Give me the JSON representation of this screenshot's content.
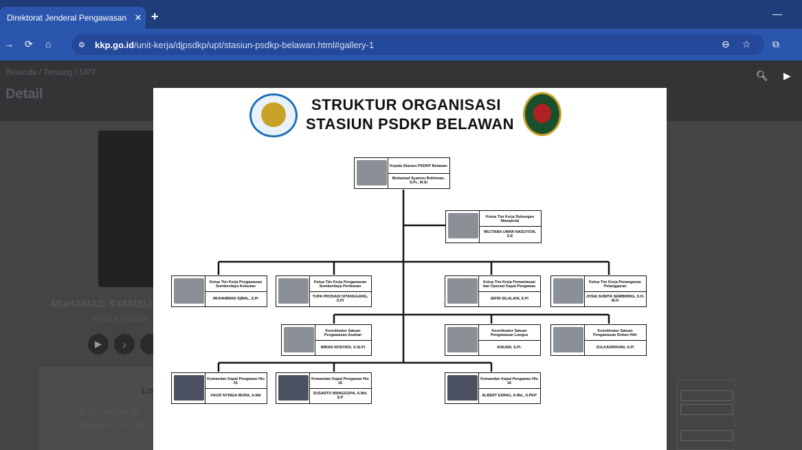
{
  "browser": {
    "tab_title": "Direktorat Jenderal Pengawasan",
    "tab_close": "✕",
    "new_tab": "+",
    "url_host": "kkp.go.id",
    "url_path": "/unit-kerja/djpsdkp/upt/stasiun-psdkp-belawan.html#gallery-1"
  },
  "page": {
    "breadcrumb": "Beranda / Tentang / UPT",
    "detail_title": "Detail",
    "profile_name": "MUHAMAD SYAMSU",
    "profile_role": "KEPALA STASIUN",
    "location_title": "Lo",
    "location_line1": "Jl. Gabion, Ba",
    "location_line2": "Belawan, Kota Me"
  },
  "org_chart": {
    "title_line1": "STRUKTUR ORGANISASI",
    "title_line2": "STASIUN PSDKP BELAWAN",
    "head": {
      "title": "Kepala Stasiun PSDKP Belawan",
      "name": "Muhamad Syamsu Rokhman, S.Pi., M.Si"
    },
    "staff": {
      "title": "Ketua Tim Kerja Dukungan Manajerial",
      "name": "MUJTABA UMAR NASUTION, S.E"
    },
    "teams": [
      {
        "title": "Ketua Tim Kerja Pengawasan Sumberdaya Kelautan",
        "name": "MUHAMMAD IQBAL, S.Pi"
      },
      {
        "title": "Ketua Tim Kerja Pengawasan Sumberdaya Perikanan",
        "name": "TUPA PROSADI SITANGGANG, S.Pi"
      },
      {
        "title": "Ketua Tim Kerja Pemantauan dan Operasi Kapal Pengawas",
        "name": "JEFRI SILALAHI, S.Pi"
      },
      {
        "title": "Ketua Tim Kerja Penanganan Pelanggaran",
        "name": "JOSIA SUMITA SEMBIRING, S.H, M.H"
      }
    ],
    "coordinators": [
      {
        "title": "Koordinator Satuan Pengawasan Asahan",
        "name": "IMRAN ROSYADI, S.St.Pi"
      },
      {
        "title": "Koordinator Satuan Pengawasan Langsa",
        "name": "ASKARI, S.Pi."
      },
      {
        "title": "Koordinator Satuan Pengawasan Rokan Hilir",
        "name": "ZULKADRIHANI, S.Pi"
      }
    ],
    "commanders": [
      {
        "title": "Komandan Kapal Pengawas Hiu 01",
        "name": "FAUZI NYINGA MURA, A.Md"
      },
      {
        "title": "Komandan Kapal Pengawas Hiu 16",
        "name": "SUSANTO MANGGOPA, A.Md, S.P"
      },
      {
        "title": "Komandan Kapal Pengawas Hiu 16",
        "name": "ALBERT EISING, A.Md., S.PKP"
      }
    ]
  }
}
